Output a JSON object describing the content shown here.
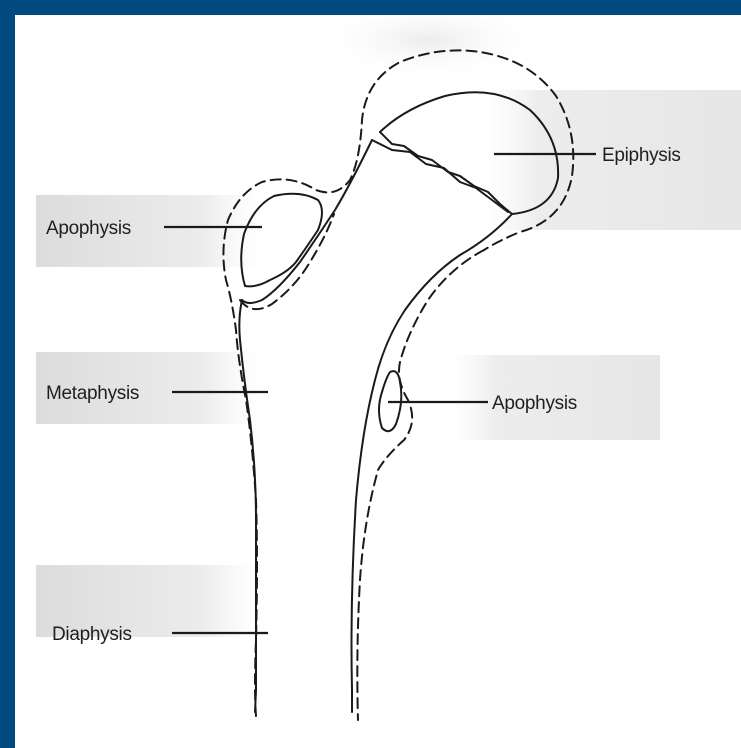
{
  "diagram": {
    "labels": {
      "epiphysis": "Epiphysis",
      "apophysis_upper": "Apophysis",
      "apophysis_lower": "Apophysis",
      "metaphysis": "Metaphysis",
      "diaphysis": "Diaphysis"
    },
    "colors": {
      "frame": "#004a80",
      "background": "#ffffff",
      "label_band": "#e4e4e4",
      "line": "#1a1a1a"
    }
  }
}
